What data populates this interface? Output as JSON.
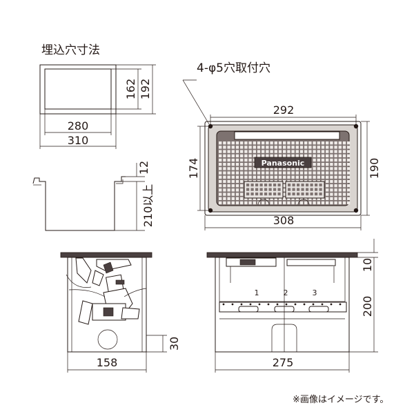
{
  "title": "埋込穴寸法",
  "hole_label": "4-φ5穴取付穴",
  "brand": "Panasonic",
  "dims": {
    "hole_w_inner": "280",
    "hole_w_outer": "310",
    "hole_h_inner": "162",
    "hole_h_outer": "192",
    "depth_top": "12",
    "depth_min": "210以上",
    "top_w_holes": "292",
    "top_w": "308",
    "top_h_holes": "174",
    "top_h": "190",
    "side_w": "158",
    "side_h": "30",
    "front_w": "275",
    "front_top": "10",
    "front_h": "200"
  },
  "outlet_numbers": [
    "1",
    "2",
    "3"
  ],
  "note": "※画像はイメージです。",
  "colors": {
    "line": "#231815",
    "dark": "#4a4040",
    "plate": "#d9d4d0"
  }
}
